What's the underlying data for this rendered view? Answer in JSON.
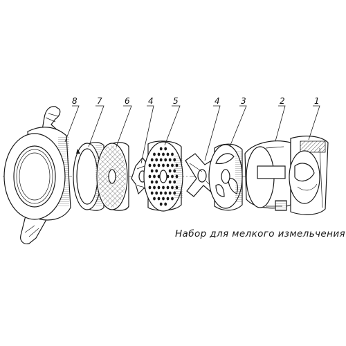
{
  "diagram": {
    "caption": "Набор для мелкого измельчения",
    "callouts": [
      {
        "id": "8",
        "text": "8"
      },
      {
        "id": "7",
        "text": "7"
      },
      {
        "id": "6",
        "text": "6"
      },
      {
        "id": "4a",
        "text": "4"
      },
      {
        "id": "5",
        "text": "5"
      },
      {
        "id": "4b",
        "text": "4"
      },
      {
        "id": "3",
        "text": "3"
      },
      {
        "id": "2",
        "text": "2"
      },
      {
        "id": "1",
        "text": "1"
      }
    ]
  }
}
